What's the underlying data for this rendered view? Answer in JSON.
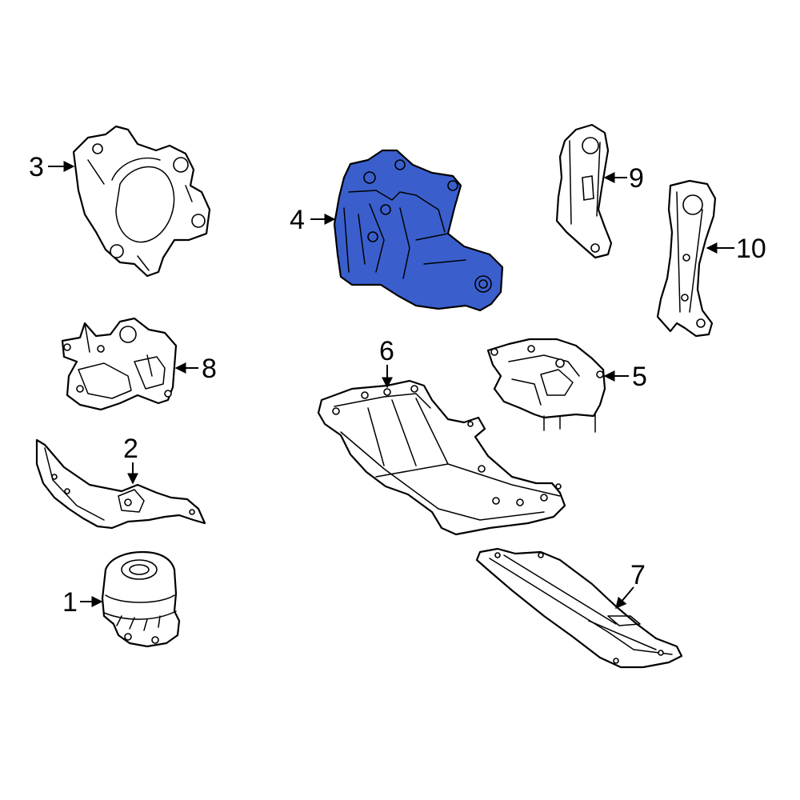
{
  "diagram": {
    "highlight_color": "#3a5fcd",
    "highlighted_part": "4",
    "callouts": {
      "c1": "1",
      "c2": "2",
      "c3": "3",
      "c4": "4",
      "c5": "5",
      "c6": "6",
      "c7": "7",
      "c8": "8",
      "c9": "9",
      "c10": "10"
    }
  }
}
